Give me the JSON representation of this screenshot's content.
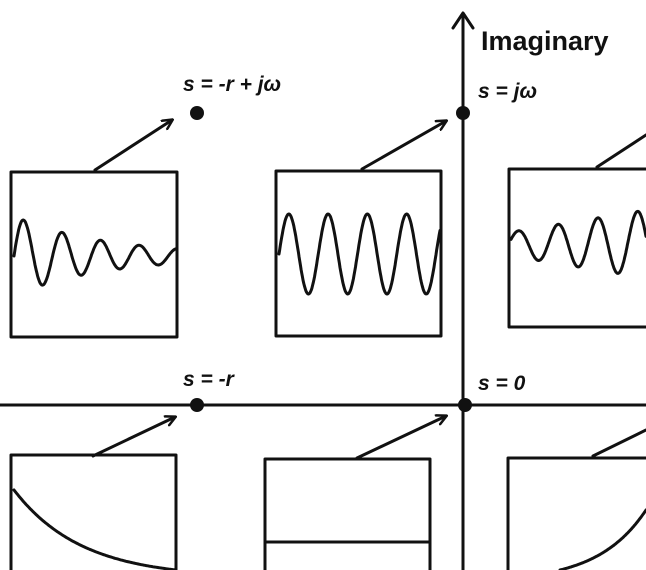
{
  "axes": {
    "imaginary_label": "Imaginary"
  },
  "points": [
    {
      "id": "pt-top-left",
      "label": "s = -r + jω"
    },
    {
      "id": "pt-top-axis",
      "label": "s = jω"
    },
    {
      "id": "pt-real-left",
      "label": "s = -r"
    },
    {
      "id": "pt-origin",
      "label": "s = 0"
    }
  ],
  "colors": {
    "ink": "#111111",
    "background": "#ffffff"
  },
  "icons": {
    "arrow": "arrow-icon",
    "point": "point-marker-icon"
  }
}
